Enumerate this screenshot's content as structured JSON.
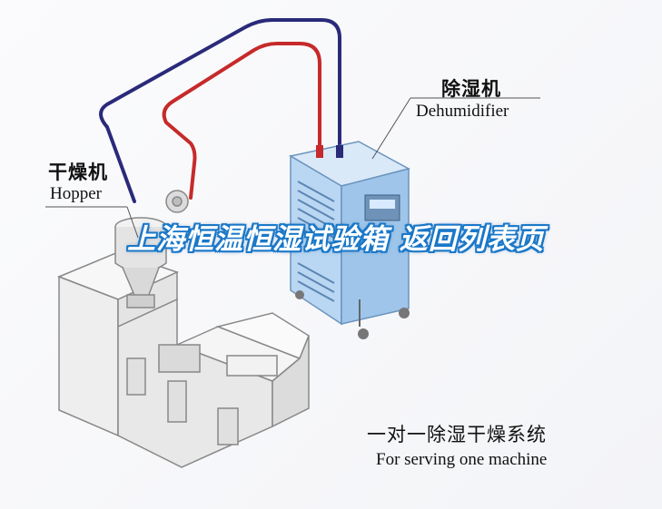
{
  "labels": {
    "dehumidifier_cn": "除湿机",
    "dehumidifier_en": "Dehumidifier",
    "hopper_cn": "干燥机",
    "hopper_en": "Hopper",
    "system_cn": "一对一除湿干燥系统",
    "system_en": "For serving one machine"
  },
  "overlay": {
    "title": "上海恒温恒湿试验箱",
    "link": "返回列表页"
  },
  "colors": {
    "pipe_blue": "#2a2a7a",
    "pipe_red": "#c62a2a",
    "cabinet_blue": "#a9cdee",
    "machine_grey": "#eeeeee",
    "title_outline": "#1a78c8"
  }
}
